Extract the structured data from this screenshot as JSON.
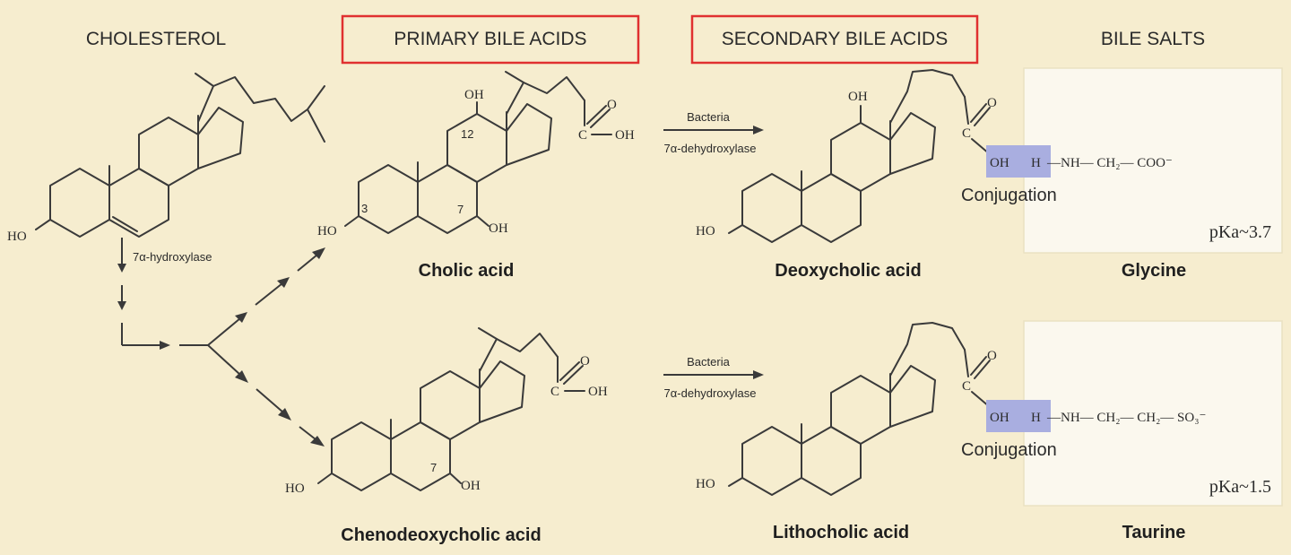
{
  "headers": {
    "cholesterol": "CHOLESTEROL",
    "primary": "PRIMARY BILE ACIDS",
    "secondary": "SECONDARY BILE ACIDS",
    "bile_salts": "BILE SALTS"
  },
  "compounds": {
    "cholic": "Cholic acid",
    "chenodeoxycholic": "Chenodeoxycholic acid",
    "deoxycholic": "Deoxycholic acid",
    "lithocholic": "Lithocholic acid",
    "glycine": "Glycine",
    "taurine": "Taurine"
  },
  "enzymes": {
    "hydroxylase": "7α-hydroxylase",
    "bacteria": "Bacteria",
    "dehydroxylase": "7α-dehydroxylase"
  },
  "atoms": {
    "ho": "HO",
    "oh": "OH",
    "o": "O",
    "c": "C",
    "c_oh": "C—OH",
    "h": "H",
    "num_3": "3",
    "num_7": "7",
    "num_12": "12"
  },
  "chains": {
    "glycine": "—NH— CH₂— COO⁻",
    "taurine": "—NH— CH₂— CH₂— SO₃⁻"
  },
  "conjugation": "Conjugation",
  "pka": {
    "glycine": "pKa~3.7",
    "taurine": "pKa~1.5"
  },
  "colors": {
    "background": "#f6edcf",
    "header_box_border": "#e03030",
    "salt_panel": "#fbf8ee",
    "conjugation_highlight": "#a9aee0"
  }
}
